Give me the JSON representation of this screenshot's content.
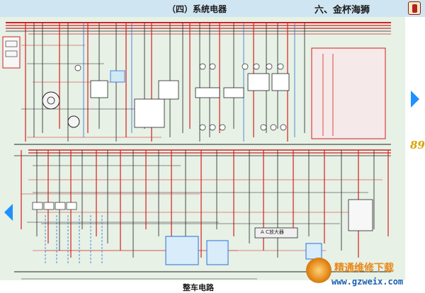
{
  "header": {
    "section_title": "（四）系统电器",
    "chapter_title": "六、金杯海狮"
  },
  "page": {
    "number": "89"
  },
  "diagram": {
    "caption": "整车电路"
  },
  "labels": {
    "ac_amp": "A C放大器"
  },
  "watermark": {
    "site_name_cn": "精通维修下载",
    "site_url": "www.gzweix.com"
  },
  "colors": {
    "header_bg": "#cfe6f2",
    "diagram_bg": "#e7f1e6",
    "wire_red": "#d42020",
    "wire_black": "#222222",
    "wire_blue": "#2a6fd6",
    "nav_arrow": "#1e90ff",
    "page_number": "#d9a400"
  },
  "icons": {
    "next_page": "arrow-right-icon",
    "prev_page": "arrow-left-icon",
    "brand": "jinbei-logo-icon",
    "watermark": "watermark-badge-icon"
  }
}
